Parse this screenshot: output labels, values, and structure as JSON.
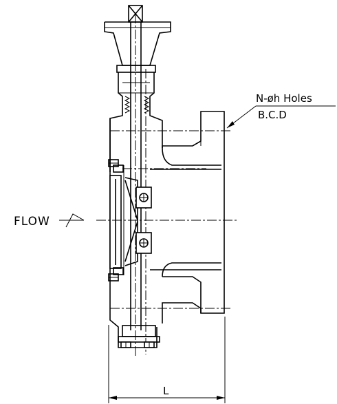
{
  "labels": {
    "holes": "N-øh Holes",
    "bcd": "B.C.D",
    "flow": "FLOW",
    "length": "L"
  }
}
